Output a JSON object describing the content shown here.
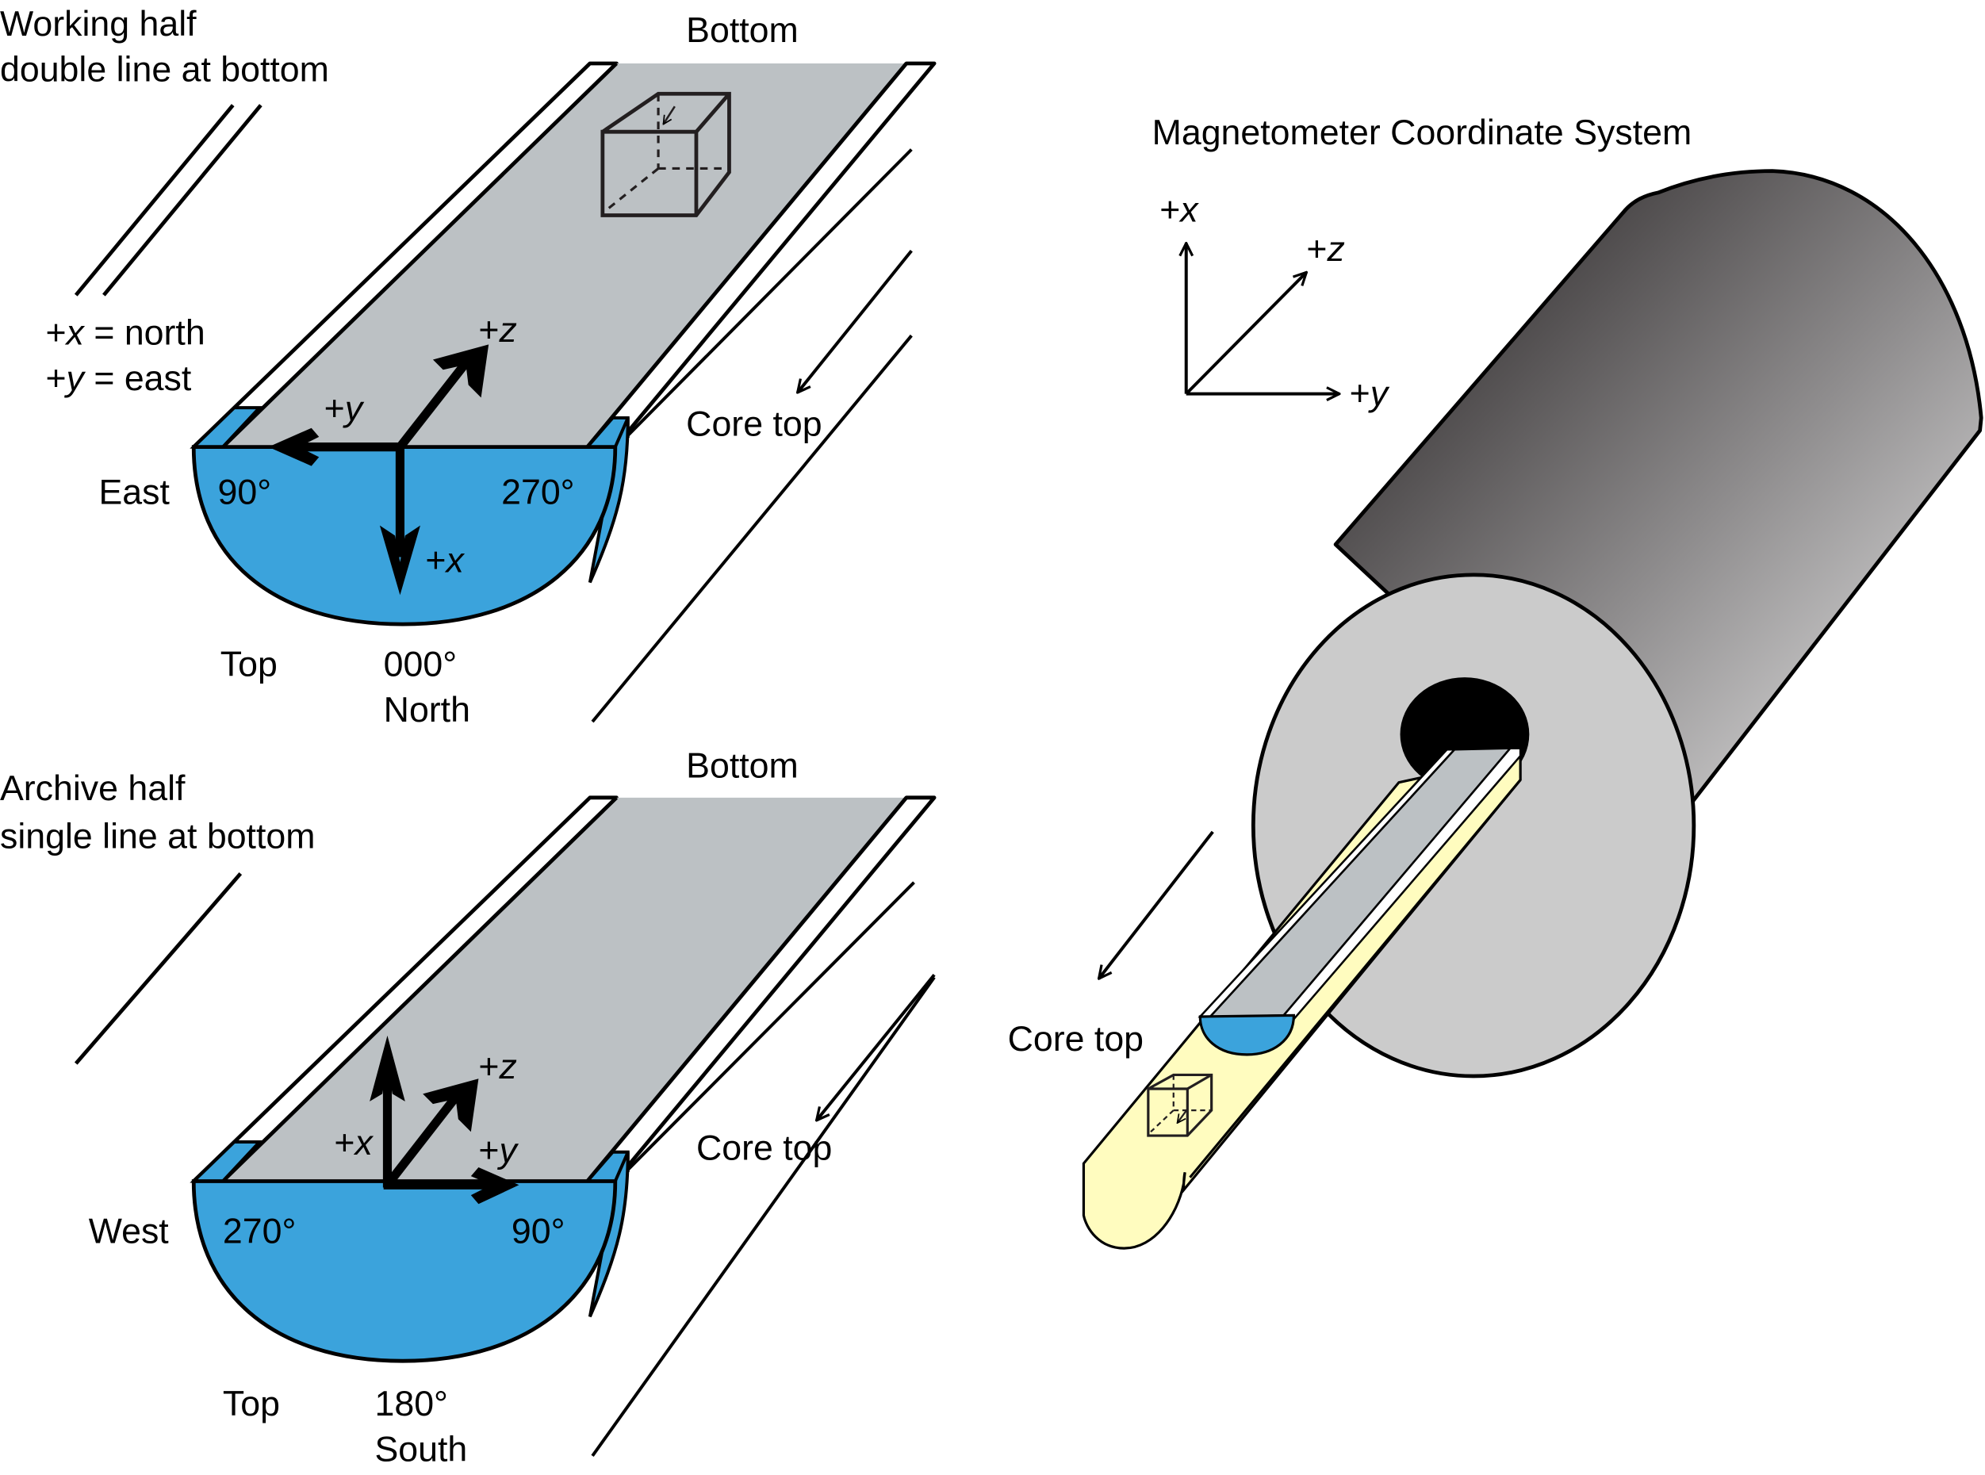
{
  "colors": {
    "core_blue": "#3ba3dc",
    "split_face_grey": "#bcc1c4",
    "disc_grey": "#cbcbcb",
    "liner_white": "#ffffff",
    "tray_yellow": "#fffcbf",
    "cylinder_dark": "#231f20",
    "cylinder_light": "#f2f2f2"
  },
  "working_half": {
    "title_line1": "Working half",
    "title_line2": "double line at bottom",
    "convention_x_prefix": "+",
    "convention_x_var": "x",
    "convention_x_rest": " = north",
    "convention_y_prefix": "+",
    "convention_y_var": "y",
    "convention_y_rest": " = east",
    "bottom_label": "Bottom",
    "core_top_label": "Core top",
    "left_side_label": "East",
    "left_angle": "90°",
    "right_angle": "270°",
    "axis_x_prefix": "+",
    "axis_x_var": "x",
    "axis_y_prefix": "+",
    "axis_y_var": "y",
    "axis_z_prefix": "+",
    "axis_z_var": "z",
    "top_label": "Top",
    "azimuth_label": "000°",
    "direction_label": "North"
  },
  "archive_half": {
    "title_line1": "Archive half",
    "title_line2": "single line at bottom",
    "bottom_label": "Bottom",
    "core_top_label": "Core top",
    "left_side_label": "West",
    "left_angle": "270°",
    "right_angle": "90°",
    "axis_x_prefix": "+",
    "axis_x_var": "x",
    "axis_y_prefix": "+",
    "axis_y_var": "y",
    "axis_z_prefix": "+",
    "axis_z_var": "z",
    "top_label": "Top",
    "azimuth_label": "180°",
    "direction_label": "South"
  },
  "magnetometer": {
    "title": "Magnetometer Coordinate System",
    "axis_x_prefix": "+",
    "axis_x_var": "x",
    "axis_y_prefix": "+",
    "axis_y_var": "y",
    "axis_z_prefix": "+",
    "axis_z_var": "z",
    "core_top_label": "Core top"
  }
}
